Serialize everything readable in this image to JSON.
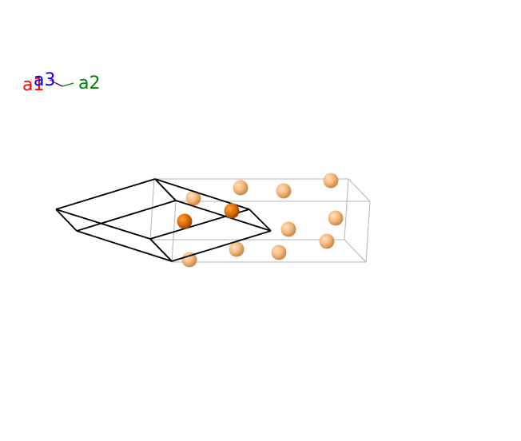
{
  "axes": {
    "a1": {
      "label": "a1",
      "color": "#ff0000"
    },
    "a2": {
      "label": "a2",
      "color": "#008000"
    },
    "a3": {
      "label": "a3",
      "color": "#0000ff"
    }
  },
  "colors": {
    "primitive_cell_edges": "#000000",
    "supercell_edges": "#b4b4b4",
    "atom_highlight": "#e07000",
    "atom_light": "#f5b97a"
  }
}
